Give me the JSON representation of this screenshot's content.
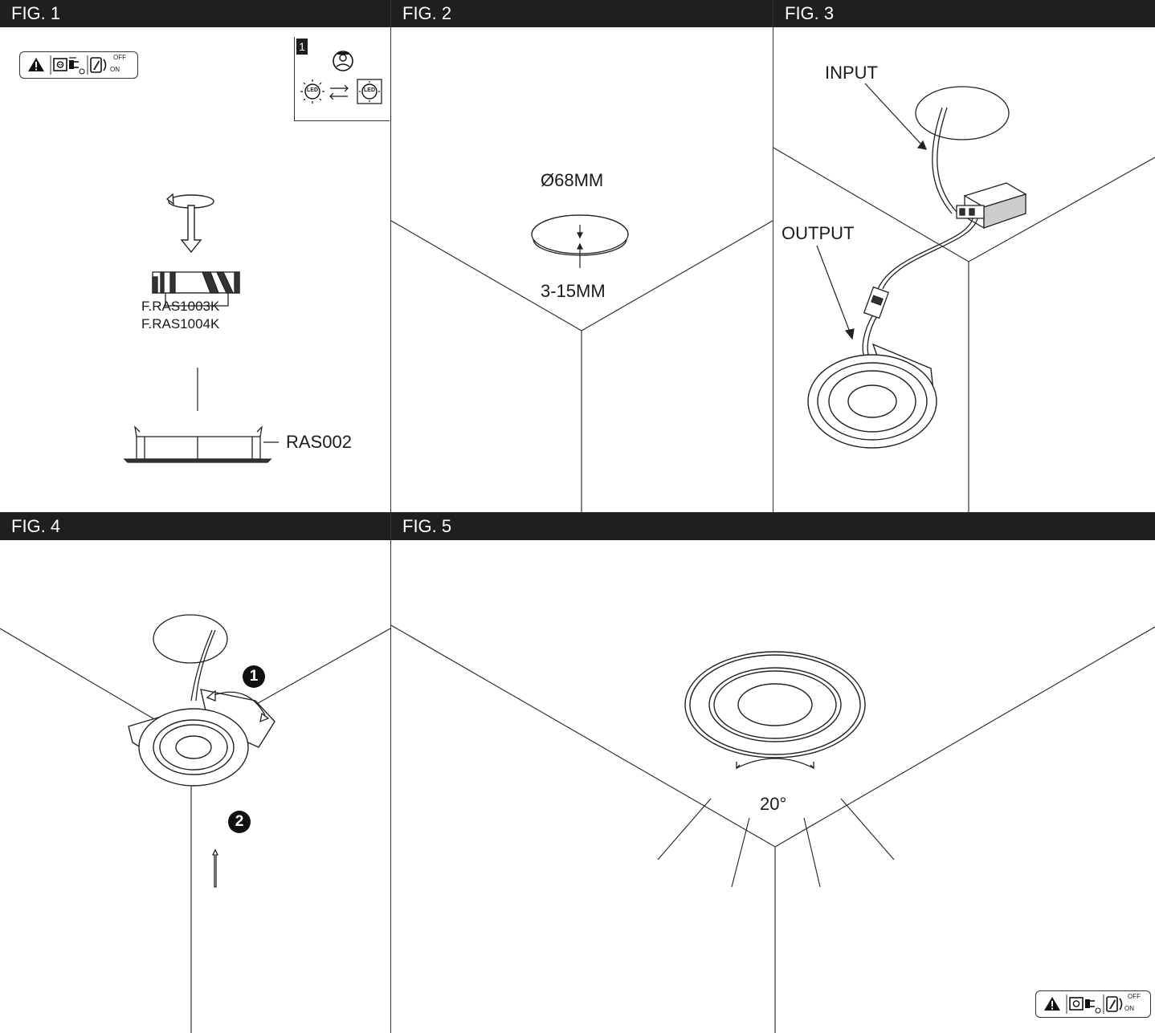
{
  "figures": {
    "fig1": {
      "title": "FIG. 1",
      "step_badge": "1",
      "led_label_left": "LED",
      "led_label_right": "LED",
      "model_1": "F.RAS1003K",
      "model_2": "F.RAS1004K",
      "part_label": "RAS002"
    },
    "fig2": {
      "title": "FIG. 2",
      "diameter": "Ø68MM",
      "thickness": "3-15MM"
    },
    "fig3": {
      "title": "FIG. 3",
      "input_label": "INPUT",
      "output_label": "OUTPUT"
    },
    "fig4": {
      "title": "FIG. 4",
      "step_1": "1",
      "step_2": "2"
    },
    "fig5": {
      "title": "FIG. 5",
      "angle_label": "20°"
    }
  },
  "warning_badge": {
    "off_label": "OFF",
    "on_label": "ON"
  },
  "icons": [
    "warning-triangle-icon",
    "unplug-icon",
    "power-switch-icon",
    "technician-icon",
    "led-bulb-icon",
    "swap-arrows-icon",
    "rotate-arrow-icon",
    "down-arrow-icon",
    "up-arrow-icon"
  ],
  "colors": {
    "header_bg": "#1f1f1f",
    "header_text": "#ffffff",
    "line": "#333333"
  }
}
